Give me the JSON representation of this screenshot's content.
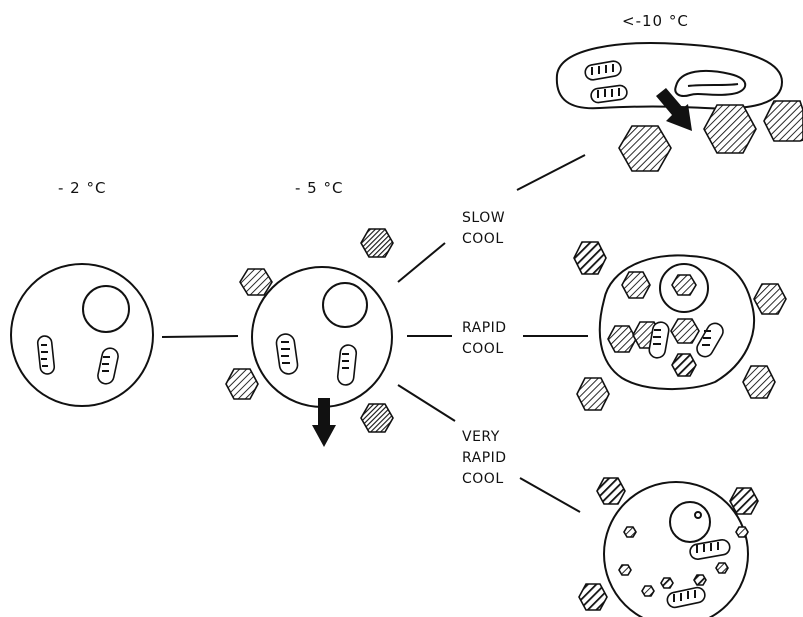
{
  "temperatures": {
    "t1": "- 2 °C",
    "t2": "- 5 °C",
    "t3": "<-10 °C"
  },
  "paths": {
    "slow": [
      "SLOW",
      "COOL"
    ],
    "rapid": [
      "RAPID",
      "COOL"
    ],
    "very_rapid": [
      "VERY",
      "RAPID",
      "COOL"
    ]
  }
}
